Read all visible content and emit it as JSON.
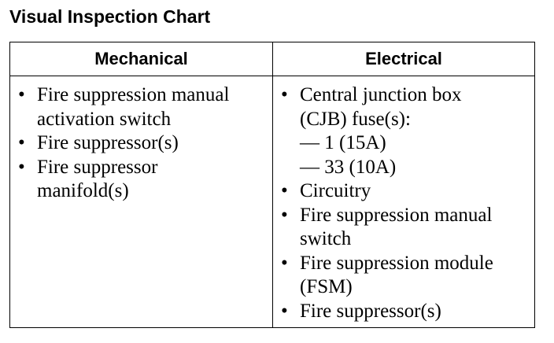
{
  "title": "Visual Inspection Chart",
  "table": {
    "headers": {
      "mechanical": "Mechanical",
      "electrical": "Electrical"
    },
    "bullet_glyph": "•",
    "mechanical_items": [
      {
        "line1": "Fire suppression manual",
        "line2": "activation switch"
      },
      {
        "line1": "Fire suppressor(s)"
      },
      {
        "line1": "Fire suppressor",
        "line2": "manifold(s)"
      }
    ],
    "electrical_items": [
      {
        "line1": "Central junction box",
        "line2": "(CJB) fuse(s):",
        "sub1": "— 1 (15A)",
        "sub2": "— 33 (10A)"
      },
      {
        "line1": "Circuitry"
      },
      {
        "line1": "Fire suppression manual",
        "line2": "switch"
      },
      {
        "line1": "Fire suppression module",
        "line2": "(FSM)"
      },
      {
        "line1": "Fire suppressor(s)"
      }
    ]
  }
}
